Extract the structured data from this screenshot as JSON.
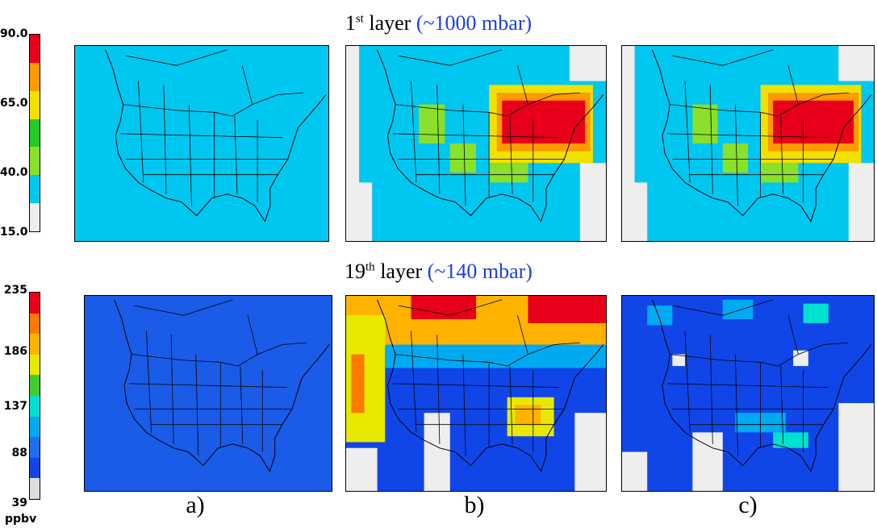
{
  "titles": {
    "top": {
      "pre": "1",
      "sup": "st",
      "mid": " layer ",
      "pressure": "(~1000 mbar)"
    },
    "bottom": {
      "pre": "19",
      "sup": "th",
      "mid": " layer ",
      "pressure": "(~140 mbar)"
    }
  },
  "colorbars": {
    "top": {
      "ticks": [
        "90.0",
        "65.0",
        "40.0",
        "15.0"
      ],
      "colors": [
        "#e8001a",
        "#ff9a00",
        "#f2e000",
        "#22cc22",
        "#8ae02a",
        "#00c7f0",
        "#eeeeee"
      ]
    },
    "bottom": {
      "ticks": [
        "235",
        "186",
        "137",
        "88",
        "39"
      ],
      "colors": [
        "#e8001a",
        "#ff7a00",
        "#ffb300",
        "#e8e800",
        "#44cc33",
        "#00e0d0",
        "#00aaf0",
        "#1e6ef0",
        "#1046e8",
        "#dddddd"
      ]
    },
    "unit": "ppbv"
  },
  "panel_labels": [
    "a)",
    "b)",
    "c)"
  ],
  "colors": {
    "top_uniform": "#00c7f0",
    "bottom_uniform": "#1a5ce8",
    "missing": "#eeeeee",
    "title_pressure": "#1f3fd8"
  }
}
